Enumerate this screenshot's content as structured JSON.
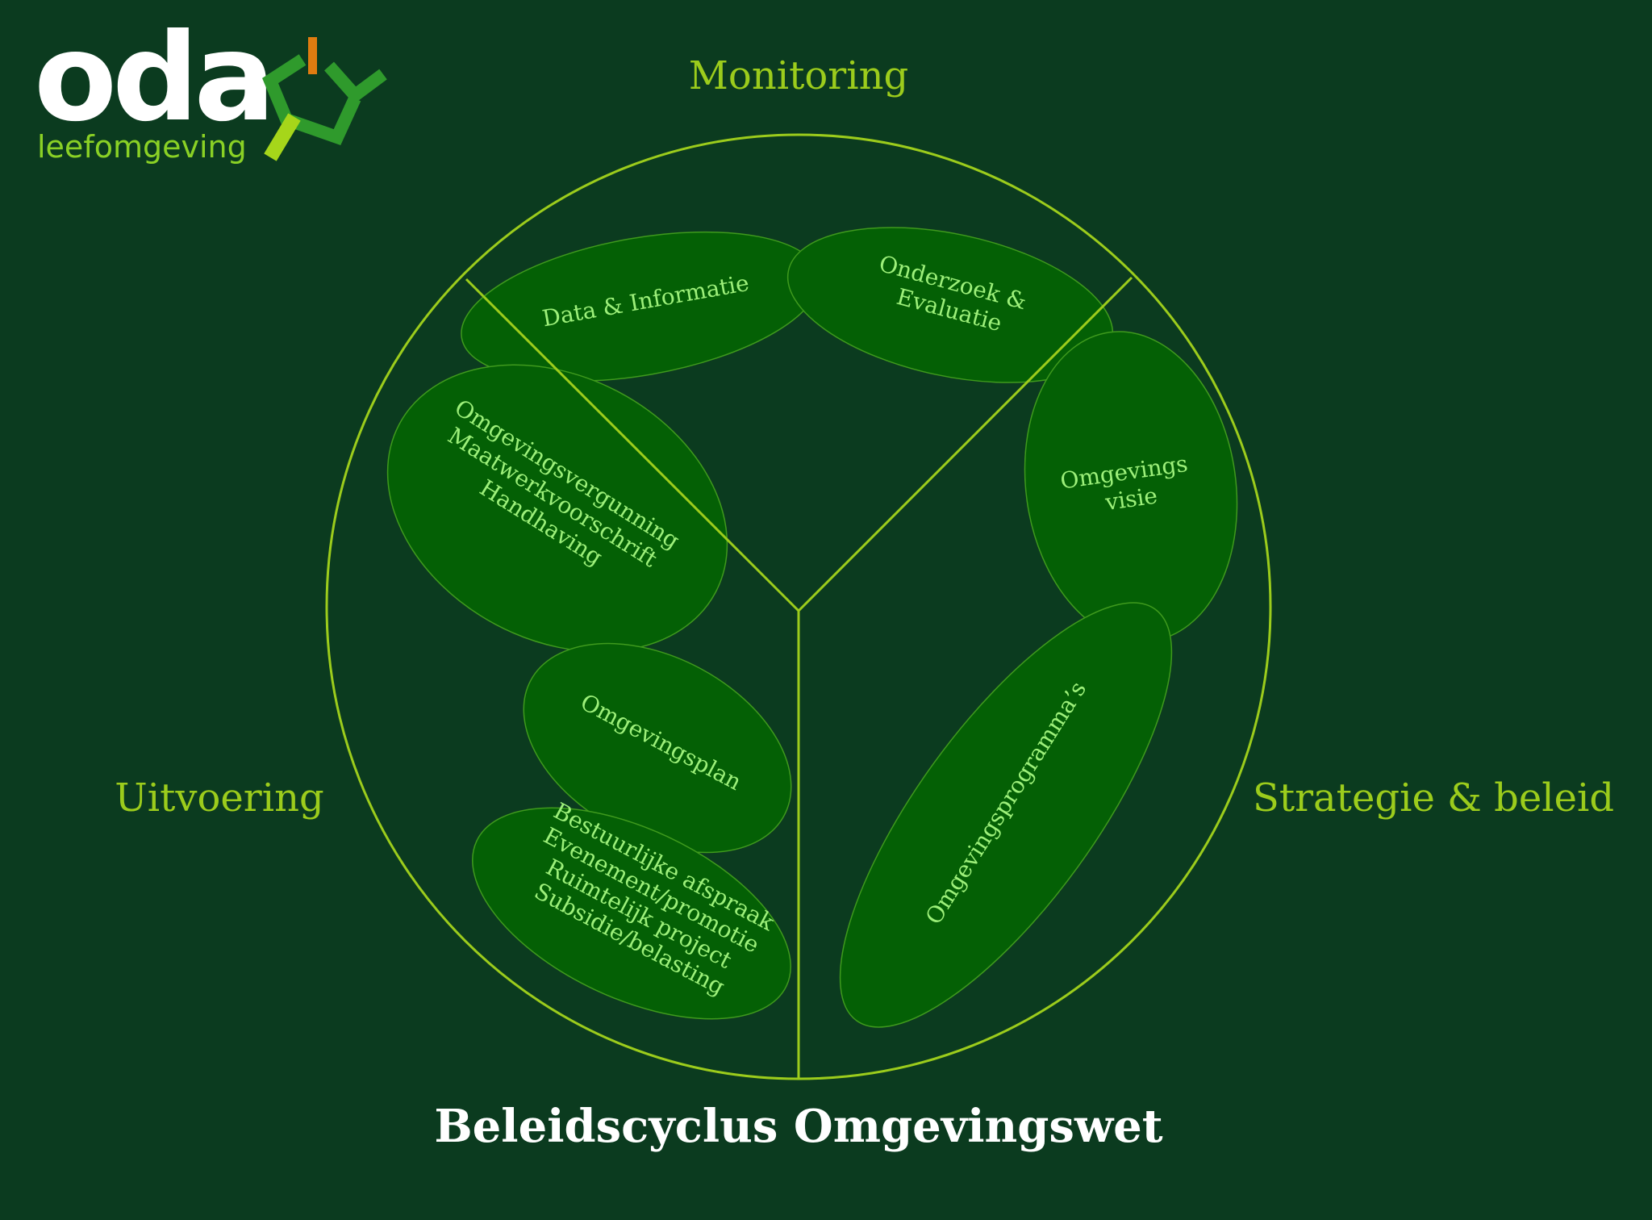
{
  "logo": {
    "brand": "oda",
    "tagline": "leefomgeving",
    "colors": {
      "orange": "#e07c10",
      "green": "#2f9a2c",
      "lime": "#a6d61a"
    }
  },
  "diagram": {
    "title": "Beleidscyclus Omgevingswet",
    "sectors": {
      "monitoring": "Monitoring",
      "uitvoering": "Uitvoering",
      "strategie": "Strategie & beleid"
    },
    "nodes": {
      "data_informatie": [
        "Data & Informatie"
      ],
      "onderzoek_evaluatie": [
        "Onderzoek &",
        "Evaluatie"
      ],
      "omgevingsvisie": [
        "Omgevings",
        "visie"
      ],
      "omgevingsprogrammas": [
        "Omgevingsprogramma’s"
      ],
      "vergunning": [
        "Omgevingsvergunning",
        "Maatwerkvoorschrift",
        "Handhaving"
      ],
      "omgevingsplan": [
        "Omgevingsplan"
      ],
      "overig": [
        "Bestuurlijke afspraak",
        "Evenement/promotie",
        "Ruimtelijk project",
        "Subsidie/belasting"
      ]
    },
    "colors": {
      "background": "#0b3b1f",
      "circle": "#9ccc1c",
      "blob_fill": "#046005",
      "blob_text": "#9df07a",
      "title": "#ffffff"
    }
  }
}
